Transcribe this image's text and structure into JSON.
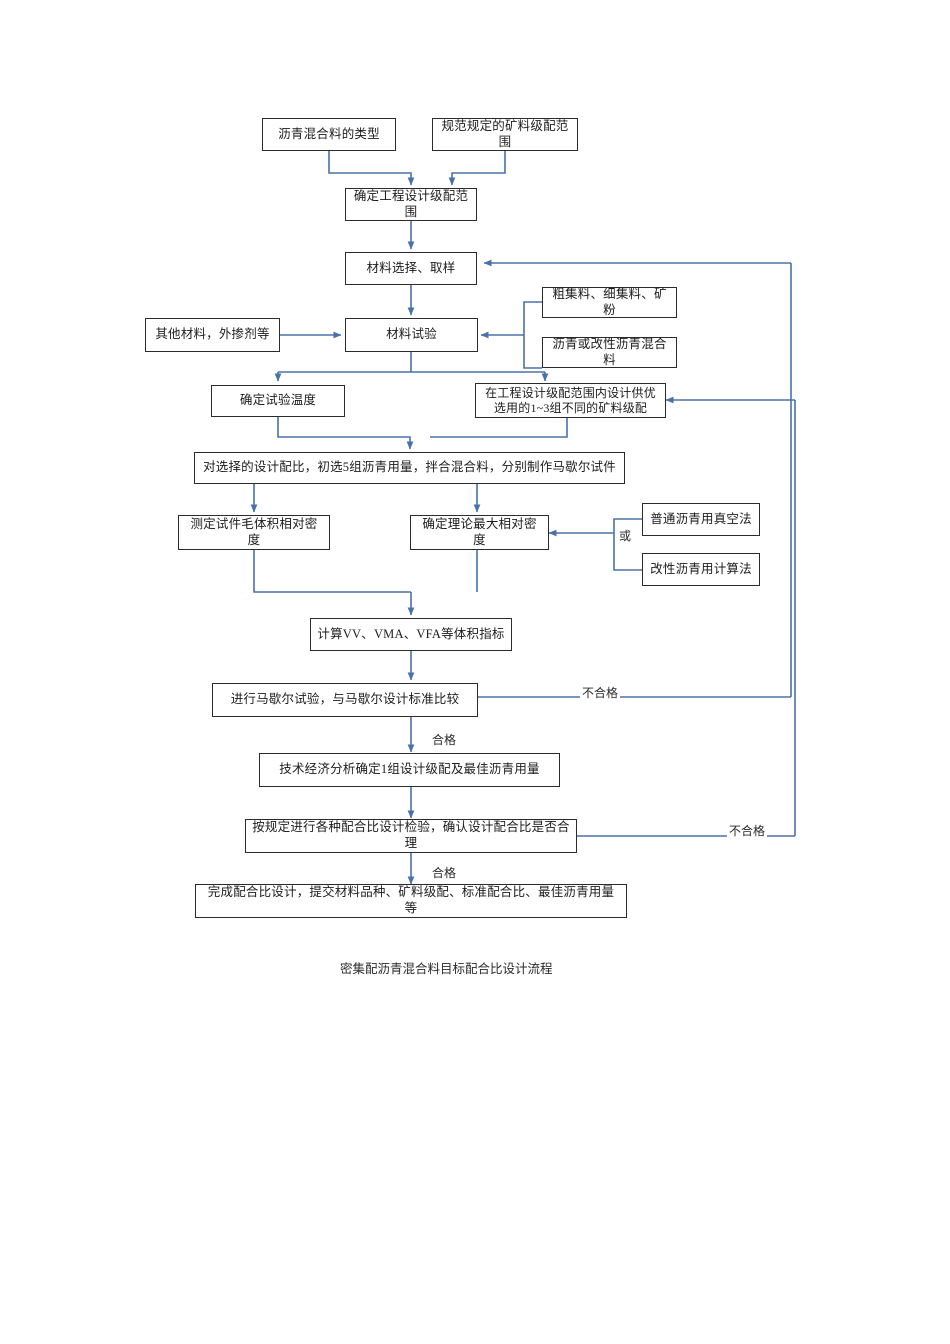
{
  "diagram": {
    "caption": "密集配沥青混合料目标配合比设计流程",
    "colors": {
      "connector": "#4a72a8",
      "box_border": "#2b2b2b",
      "text": "#1c1c1c",
      "background": "#ffffff"
    },
    "nodes": [
      {
        "id": "n1",
        "label": "沥青混合料的类型"
      },
      {
        "id": "n2",
        "label": "规范规定的矿料级配范围"
      },
      {
        "id": "n3",
        "label": "确定工程设计级配范围"
      },
      {
        "id": "n4",
        "label": "材料选择、取样"
      },
      {
        "id": "n5",
        "label": "其他材料，外掺剂等"
      },
      {
        "id": "n6",
        "label": "材料试验"
      },
      {
        "id": "n7",
        "label": "粗集料、细集料、矿粉"
      },
      {
        "id": "n8",
        "label": "沥青或改性沥青混合料"
      },
      {
        "id": "n9",
        "label": "确定试验温度"
      },
      {
        "id": "n10",
        "label": "在工程设计级配范围内设计供优选用的1~3组不同的矿料级配"
      },
      {
        "id": "n11",
        "label": "对选择的设计配比，初选5组沥青用量，拌合混合料，分别制作马歇尔试件"
      },
      {
        "id": "n12",
        "label": "测定试件毛体积相对密度"
      },
      {
        "id": "n13",
        "label": "确定理论最大相对密度"
      },
      {
        "id": "n14",
        "label": "普通沥青用真空法"
      },
      {
        "id": "n15",
        "label": "改性沥青用计算法"
      },
      {
        "id": "n16",
        "label": "计算VV、VMA、VFA等体积指标"
      },
      {
        "id": "n17",
        "label": "进行马歇尔试验，与马歇尔设计标准比较"
      },
      {
        "id": "n18",
        "label": "技术经济分析确定1组设计级配及最佳沥青用量"
      },
      {
        "id": "n19",
        "label": "按规定进行各种配合比设计检验，确认设计配合比是否合理"
      },
      {
        "id": "n20",
        "label": "完成配合比设计，提交材料品种、矿料级配、标准配合比、最佳沥青用量等"
      }
    ],
    "edge_labels": [
      {
        "id": "e1",
        "label": "或"
      },
      {
        "id": "e2",
        "label": "不合格"
      },
      {
        "id": "e3",
        "label": "合格"
      },
      {
        "id": "e4",
        "label": "不合格"
      },
      {
        "id": "e5",
        "label": "合格"
      }
    ]
  }
}
